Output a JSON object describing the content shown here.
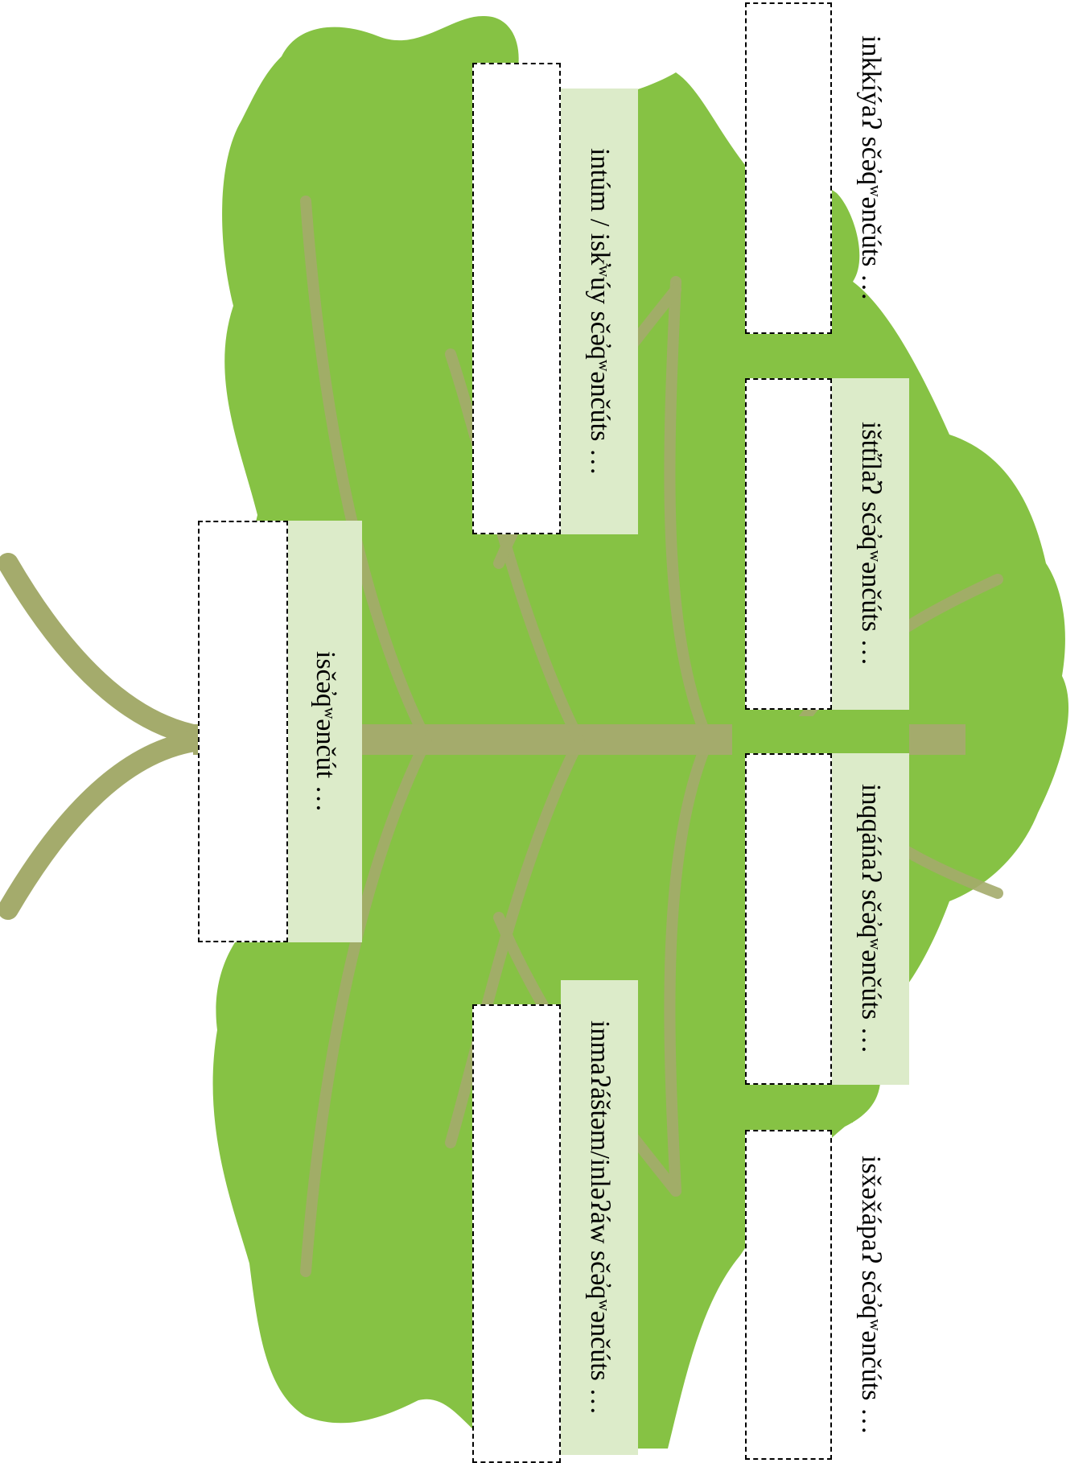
{
  "self": {
    "label": "isčə̓qʷənčút …"
  },
  "parents": [
    {
      "label": "intúm / isk̓ʷúy  sčə̓qʷənčúts …"
    },
    {
      "label": "inmaʔáštəm/inləʔáw sčə̓qʷənčúts …"
    }
  ],
  "grandparents": [
    {
      "label": "inkkíýaʔ sčə̓qʷənčúts …"
    },
    {
      "label": "ištt̓íla̓ʔ sčə̓qʷənčúts …"
    },
    {
      "label": "inqqáńaʔ sčə̓qʷənčúts …"
    },
    {
      "label": "isx̌əx̌ápaʔ sčə̓qʷənčúts …"
    }
  ],
  "colors": {
    "leaf": "#86c244",
    "vein": "#a4ab6c",
    "label_bg": "#dcebc9",
    "box_border": "#000000"
  }
}
